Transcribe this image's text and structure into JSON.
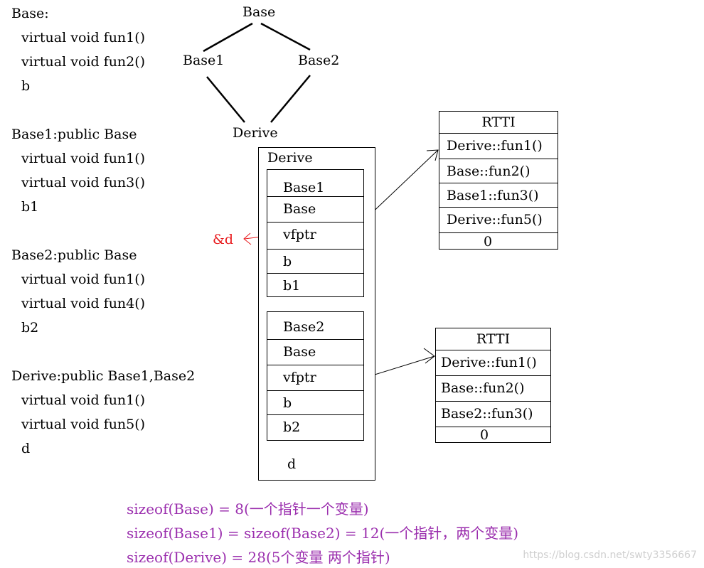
{
  "classes": {
    "base": {
      "title": "Base:",
      "members": [
        "virtual void fun1()",
        "virtual void fun2()",
        "b"
      ]
    },
    "base1": {
      "title": "Base1:public Base",
      "members": [
        "virtual void fun1()",
        "virtual void fun3()",
        "b1"
      ]
    },
    "base2": {
      "title": "Base2:public Base",
      "members": [
        "virtual void fun1()",
        "virtual void fun4()",
        "b2"
      ]
    },
    "derive": {
      "title": "Derive:public Base1,Base2",
      "members": [
        "virtual void fun1()",
        "virtual void fun5()",
        "d"
      ]
    }
  },
  "hierarchy": {
    "top": "Base",
    "left": "Base1",
    "right": "Base2",
    "bottom": "Derive"
  },
  "layout": {
    "title": "Derive",
    "base1_block": [
      "Base1",
      "Base",
      "vfptr",
      "b",
      "b1"
    ],
    "base2_block": [
      "Base2",
      "Base",
      "vfptr",
      "b",
      "b2"
    ],
    "tail": "d"
  },
  "addr_label": "&d",
  "rtti1": {
    "header": "RTTI",
    "rows": [
      "Derive::fun1()",
      "Base::fun2()",
      "Base1::fun3()",
      "Derive::fun5()",
      "0"
    ]
  },
  "rtti2": {
    "header": "RTTI",
    "rows": [
      "Derive::fun1()",
      "Base::fun2()",
      "Base2::fun3()",
      "0"
    ]
  },
  "sizes": [
    "sizeof(Base) = 8(一个指针一个变量)",
    "sizeof(Base1) = sizeof(Base2) = 12(一个指针，两个变量)",
    "sizeof(Derive) = 28(5个变量 两个指针)"
  ],
  "watermark": "https://blog.csdn.net/swty3356667",
  "colors": {
    "annotation": "#9b2fae",
    "address": "#e8191c"
  }
}
